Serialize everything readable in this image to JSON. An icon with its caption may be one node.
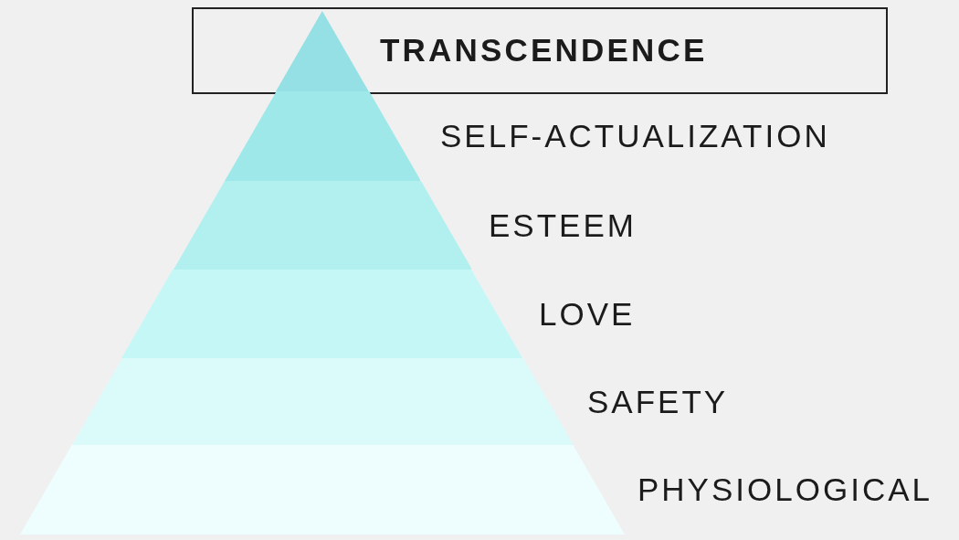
{
  "diagram": {
    "nodes": [
      {
        "text": [
          "TRANSCENDENCE"
        ]
      },
      {
        "text": [],
        "shape": "triangle",
        "in": 0
      },
      {
        "text": [
          "SELF-ACTUALIZATION"
        ]
      },
      {
        "text": [
          "ESTEEM"
        ]
      },
      {
        "text": [
          "LOVE"
        ]
      },
      {
        "text": [
          "SAFETY"
        ]
      },
      {
        "text": [
          "PHYSIOLOGICAL"
        ]
      }
    ]
  }
}
